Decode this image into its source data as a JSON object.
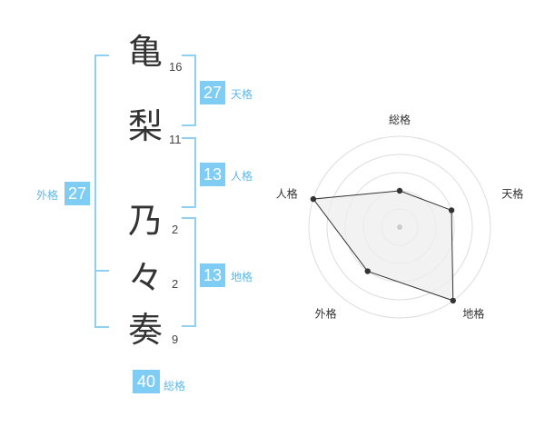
{
  "name": {
    "characters": [
      {
        "char": "亀",
        "strokes": "16"
      },
      {
        "char": "梨",
        "strokes": "11"
      },
      {
        "char": "乃",
        "strokes": "2"
      },
      {
        "char": "々",
        "strokes": "2"
      },
      {
        "char": "奏",
        "strokes": "9"
      }
    ]
  },
  "fortunes": {
    "tenkaku": {
      "value": "27",
      "label": "天格"
    },
    "jinkaku": {
      "value": "13",
      "label": "人格"
    },
    "chikaku": {
      "value": "13",
      "label": "地格"
    },
    "gaikaku": {
      "value": "27",
      "label": "外格"
    },
    "soukaku": {
      "value": "40",
      "label": "総格"
    }
  },
  "chart_data": {
    "type": "radar",
    "axes": [
      "総格",
      "天格",
      "地格",
      "外格",
      "人格"
    ],
    "levels": 5,
    "values": [
      2,
      3,
      5,
      3,
      5
    ],
    "max": 5,
    "colors": {
      "line": "#333333",
      "fill": "#eeeeee",
      "grid": "#dddddd",
      "center": "#cccccc"
    }
  }
}
